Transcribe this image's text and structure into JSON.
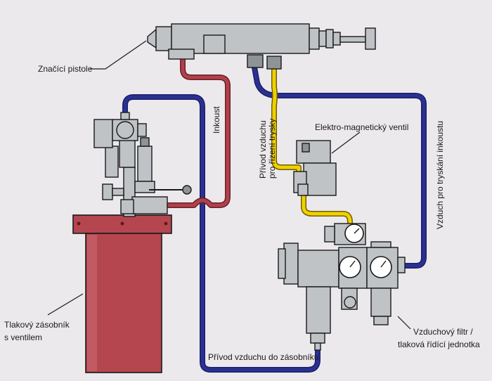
{
  "labels": {
    "marking_gun": "Značící pistole",
    "ink": "Inkoust",
    "air_supply_nozzle_line1": "Přívod vzduchu",
    "air_supply_nozzle_line2": "pro řízení trysky",
    "solenoid_valve": "Elektro-magnetický ventil",
    "air_ink_spray": "Vzduch pro tryskání inkoustu",
    "pressure_tank_line1": "Tlakový zásobník",
    "pressure_tank_line2": "s ventilem",
    "air_filter_line1": "Vzduchový filtr /",
    "air_filter_line2": "tlaková řídící jednotka",
    "air_supply_tank": "Přívod vzduchu do zásobníku"
  },
  "colors": {
    "background": "#ece9ec",
    "ink_hose": "#b0414a",
    "air_hose": "#2b3190",
    "control_air_hose": "#f1d100",
    "tank": "#b5464f",
    "parts": "#bfc3c6"
  }
}
